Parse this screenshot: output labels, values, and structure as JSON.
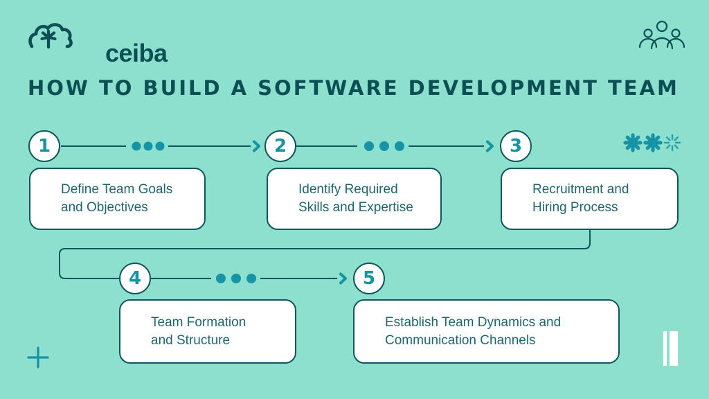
{
  "brand": {
    "name": "ceiba"
  },
  "title": "HOW TO BUILD A SOFTWARE DEVELOPMENT TEAM",
  "colors": {
    "background": "#8CE0CD",
    "dark_teal": "#0B4F54",
    "line_teal": "#0E565B",
    "accent_teal": "#1694A6",
    "box_text": "#20666D",
    "white": "#FFFFFF"
  },
  "steps": [
    {
      "number": "1",
      "label": "Define Team Goals and Objectives",
      "lines": [
        "Define Team Goals",
        "and Objectives"
      ]
    },
    {
      "number": "2",
      "label": "Identify Required Skills and Expertise",
      "lines": [
        "Identify Required",
        "Skills and Expertise"
      ]
    },
    {
      "number": "3",
      "label": "Recruitment and Hiring Process",
      "lines": [
        "Recruitment and",
        "Hiring Process"
      ]
    },
    {
      "number": "4",
      "label": "Team Formation and Structure",
      "lines": [
        "Team Formation",
        "and Structure"
      ]
    },
    {
      "number": "5",
      "label": "Establish Team Dynamics and Communication Channels",
      "lines": [
        "Establish Team Dynamics and",
        "Communication Channels"
      ]
    }
  ],
  "icons": {
    "logo_icon": "ceiba-tree-icon",
    "header_right": "team-people-icon",
    "decor_top_right": [
      "asterisk-solid",
      "asterisk-solid",
      "asterisk-outline"
    ],
    "decor_bottom_left": "plus-icon",
    "decor_bottom_right": "pause-bars-icon"
  }
}
